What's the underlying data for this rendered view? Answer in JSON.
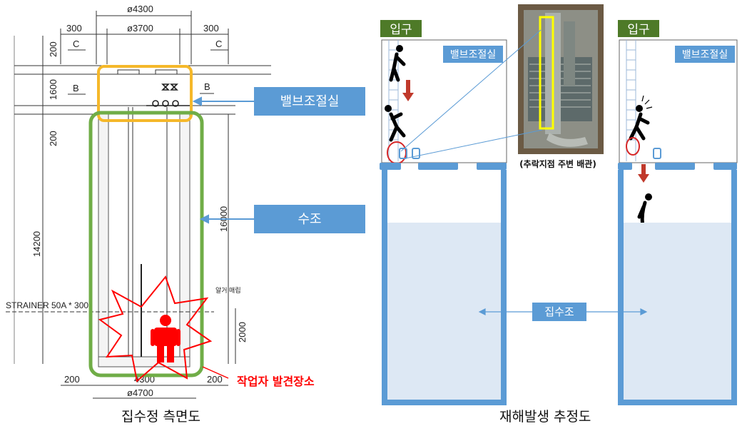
{
  "left_diagram": {
    "dims": {
      "outer_width": "ø4300",
      "inner_width": "ø3700",
      "side_left": "300",
      "side_right": "300",
      "bottom_left": "200",
      "bottom_right": "200",
      "bottom_inner": "4300",
      "bottom_outer": "ø4700",
      "v_top": "200",
      "v_valve": "1600",
      "v_mid": "200",
      "v_total_left": "14200",
      "v_total_right": "16000",
      "v_bottom": "2000",
      "section_c": "C",
      "section_b": "B",
      "strainer": "STRAINER 50A * 300",
      "small_note": "알거 매립"
    },
    "callout_valve": "밸브조절실",
    "callout_tank": "수조",
    "worker_found": "작업자  발견장소",
    "caption": "집수정  측면도"
  },
  "right_diagram": {
    "entrance_left": "입구",
    "entrance_right": "입구",
    "valve_room_left": "밸브조절실",
    "valve_room_right": "밸브조절실",
    "photo_caption": "(추락지점 주변 배관)",
    "sump_label": "집수조",
    "caption": "재해발생  추정도"
  },
  "colors": {
    "orange": "#f5b82a",
    "green": "#70ad47",
    "blue_box": "#5b9bd5",
    "dark_green_tag": "#4e7a28",
    "water": "#dde8f4",
    "tank_wall": "#5b9bd5",
    "red": "#ff0000"
  }
}
